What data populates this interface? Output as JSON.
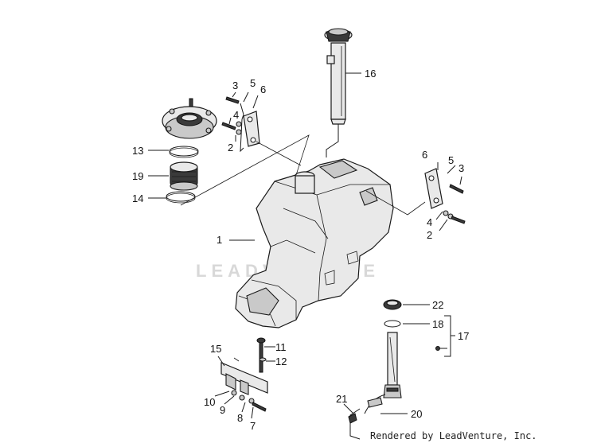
{
  "watermark": "LEADVENTURE",
  "credit": "Rendered by LeadVenture, Inc.",
  "callouts": [
    "1",
    "2",
    "3",
    "4",
    "5",
    "6",
    "7",
    "8",
    "9",
    "10",
    "11",
    "12",
    "13",
    "14",
    "15",
    "16",
    "17",
    "18",
    "19",
    "20",
    "21",
    "22"
  ]
}
